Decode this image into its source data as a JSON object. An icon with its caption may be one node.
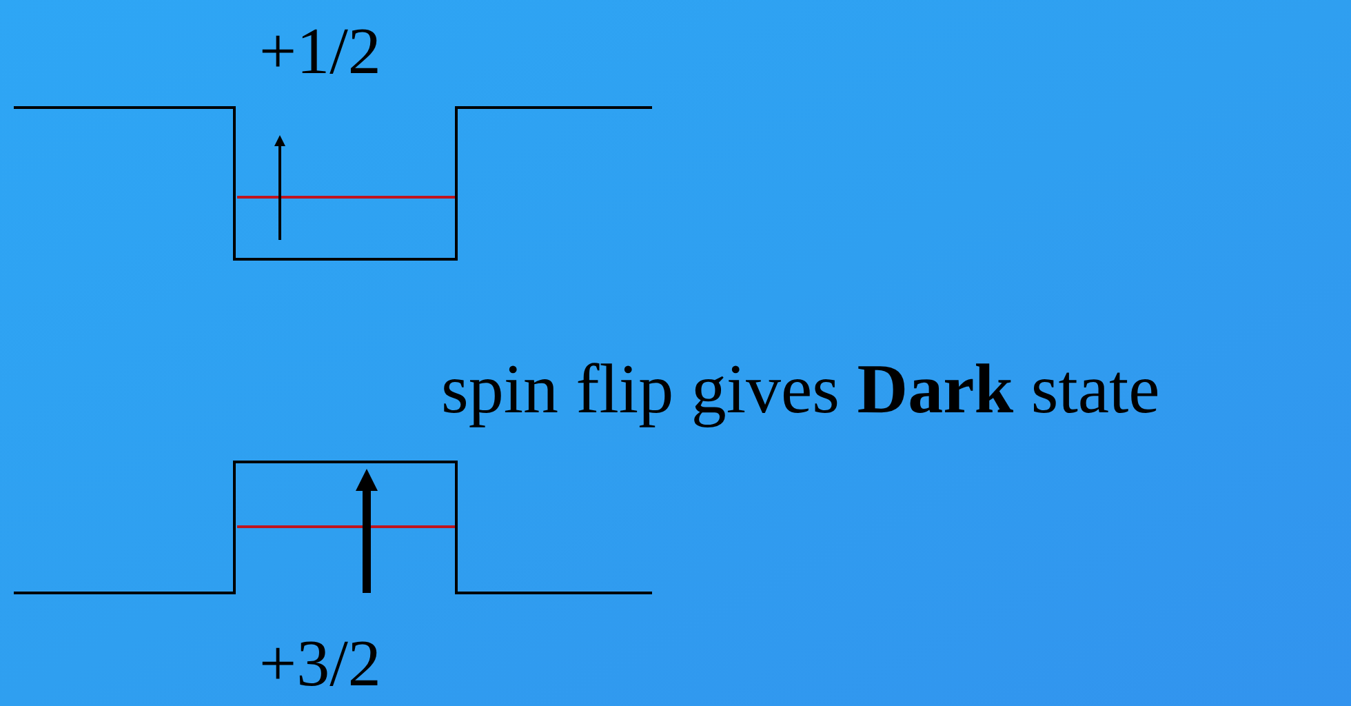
{
  "diagram": {
    "labels": [
      "+1/2",
      "spin flip gives **Dark** state",
      "+3/2"
    ]
  }
}
